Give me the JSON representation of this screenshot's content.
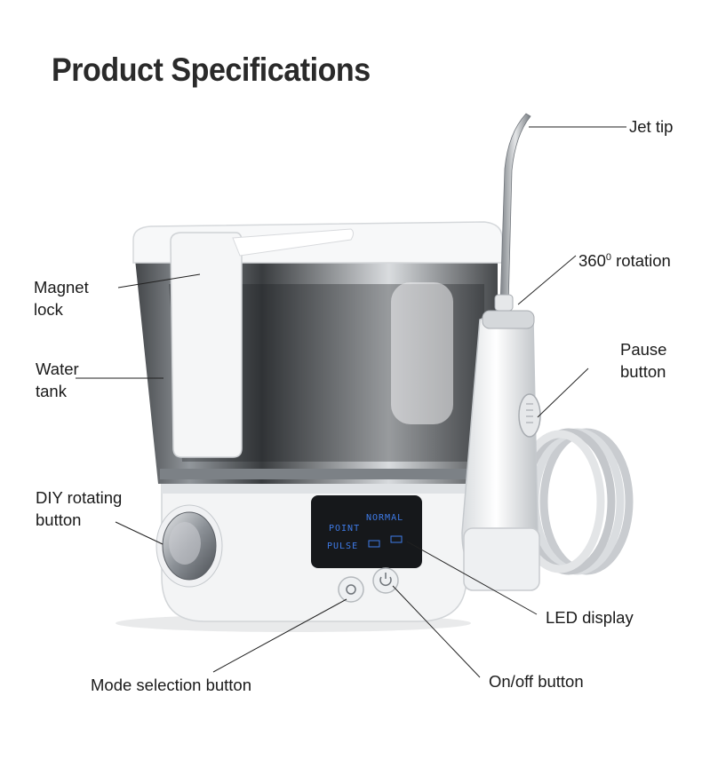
{
  "title": "Product Specifications",
  "labels": {
    "jet_tip": "Jet tip",
    "rotation_number": "360",
    "rotation_sup": "0",
    "rotation_word": " rotation",
    "magnet_line1": "Magnet",
    "magnet_line2": "lock",
    "water_line1": "Water",
    "water_line2": "tank",
    "pause_line1": "Pause",
    "pause_line2": "button",
    "diy_line1": "DIY rotating",
    "diy_line2": "button",
    "led_display": "LED display",
    "mode_selection": "Mode selection button",
    "onoff": "On/off button"
  },
  "display": {
    "mode1": "POINT",
    "mode2": "NORMAL",
    "mode3": "PULSE"
  },
  "colors": {
    "body_white": "#f2f3f4",
    "tank_dark": "#2b2e31",
    "led_blue": "#3f7be8",
    "chrome": "#9aa0a6"
  }
}
